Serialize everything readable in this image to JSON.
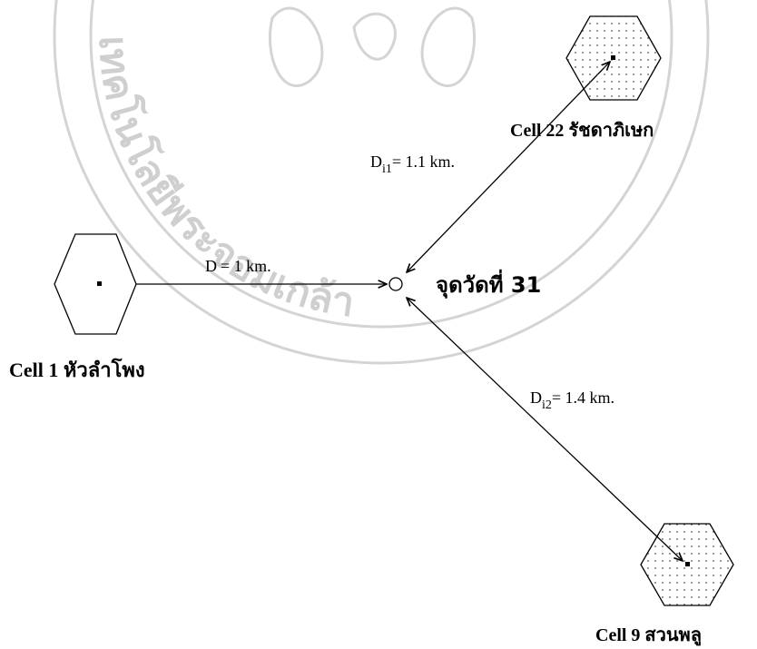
{
  "watermark": {
    "text": "เทคโนโลยีพระจอมเกล้า"
  },
  "cells": [
    {
      "id": "cell-1",
      "label": "Cell 1 หัวลำโพง",
      "shaded": false
    },
    {
      "id": "cell-22",
      "label": "Cell 22 รัชดาภิเษก",
      "shaded": true
    },
    {
      "id": "cell-9",
      "label": "Cell 9 สวนพลู",
      "shaded": true
    }
  ],
  "measurement_point": {
    "label": "จุดวัดที่ 31"
  },
  "links": [
    {
      "id": "d",
      "symbol": "D",
      "subscript": "",
      "value": "= 1 km."
    },
    {
      "id": "di1",
      "symbol": "D",
      "subscript": "i1",
      "value": "= 1.1 km."
    },
    {
      "id": "di2",
      "symbol": "D",
      "subscript": "i2",
      "value": "= 1.4 km."
    }
  ],
  "colors": {
    "line": "#000000",
    "dots": "#555555",
    "watermark": "#d0d0d0"
  }
}
